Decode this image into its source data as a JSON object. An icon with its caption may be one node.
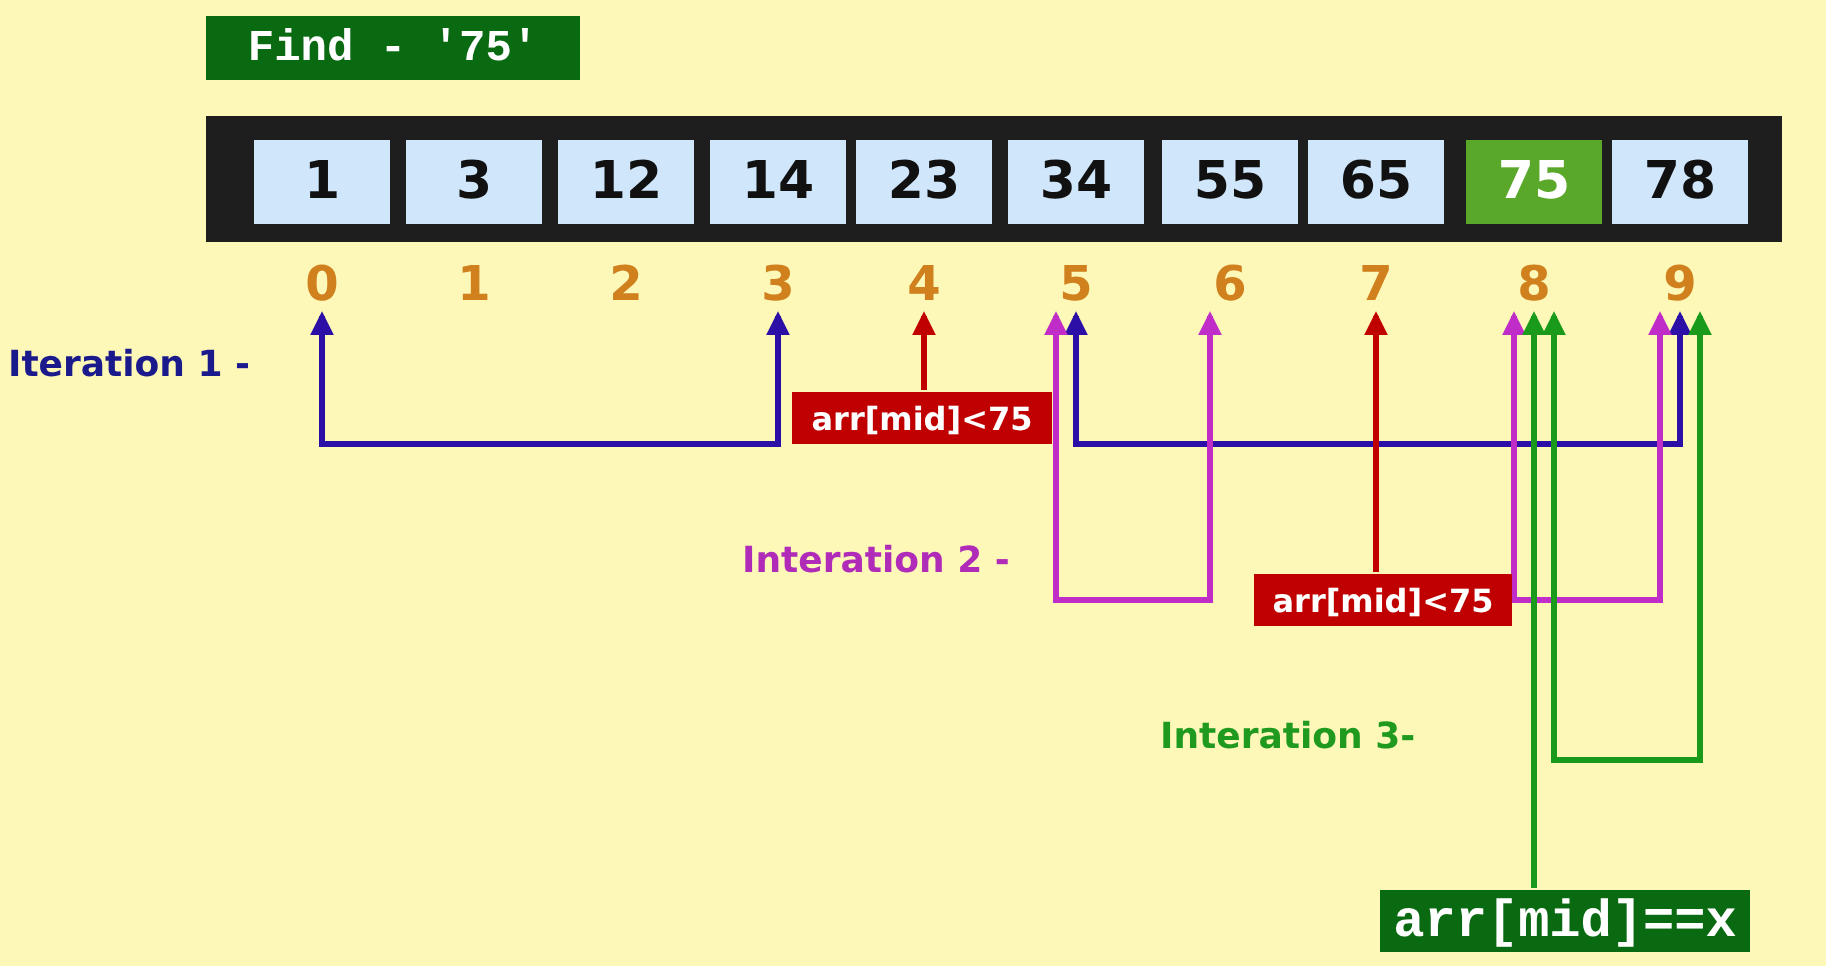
{
  "diagram": {
    "nodes": [
      {
        "text": [
          "Find - '75'"
        ]
      },
      {
        "text": [],
        "shape": "bar"
      },
      {
        "text": [
          "1"
        ],
        "in": 1
      },
      {
        "text": [
          "3"
        ],
        "in": 1
      },
      {
        "text": [
          "12"
        ],
        "in": 1
      },
      {
        "text": [
          "14"
        ],
        "in": 1
      },
      {
        "text": [
          "23"
        ],
        "in": 1
      },
      {
        "text": [
          "34"
        ],
        "in": 1
      },
      {
        "text": [
          "55"
        ],
        "in": 1
      },
      {
        "text": [
          "65"
        ],
        "in": 1
      },
      {
        "text": [
          "75"
        ],
        "in": 1
      },
      {
        "text": [
          "78"
        ],
        "in": 1
      },
      {
        "text": [
          "0"
        ]
      },
      {
        "text": [
          "1"
        ]
      },
      {
        "text": [
          "2"
        ]
      },
      {
        "text": [
          "3"
        ]
      },
      {
        "text": [
          "4"
        ]
      },
      {
        "text": [
          "5"
        ]
      },
      {
        "text": [
          "6"
        ]
      },
      {
        "text": [
          "7"
        ]
      },
      {
        "text": [
          "8"
        ]
      },
      {
        "text": [
          "9"
        ]
      },
      {
        "text": [
          "arr[mid]<75"
        ]
      },
      {
        "text": [
          "arr[mid]<75"
        ]
      },
      {
        "text": [
          "arr[mid]==x"
        ]
      }
    ],
    "edges": [
      {
        "from": 12,
        "to": 15,
        "arrow": "both",
        "color": "#2b0fa6"
      },
      {
        "from": 17,
        "to": 21,
        "arrow": "both",
        "color": "#2b0fa6"
      },
      {
        "from": 22,
        "to": 16,
        "arrow": "to",
        "color": "#c00000"
      },
      {
        "from": 17,
        "to": 18,
        "arrow": "both",
        "color": "#c02cc8"
      },
      {
        "from": 20,
        "to": 21,
        "arrow": "both",
        "color": "#c02cc8"
      },
      {
        "from": 23,
        "to": 19,
        "arrow": "to",
        "color": "#c00000"
      },
      {
        "from": 20,
        "to": 21,
        "arrow": "both",
        "color": "#1a9a1a"
      },
      {
        "from": 24,
        "to": 20,
        "arrow": "to",
        "color": "#1a9a1a"
      }
    ],
    "labels": [
      "Iteration 1 -",
      "Interation 2 -",
      "Interation 3-"
    ]
  }
}
